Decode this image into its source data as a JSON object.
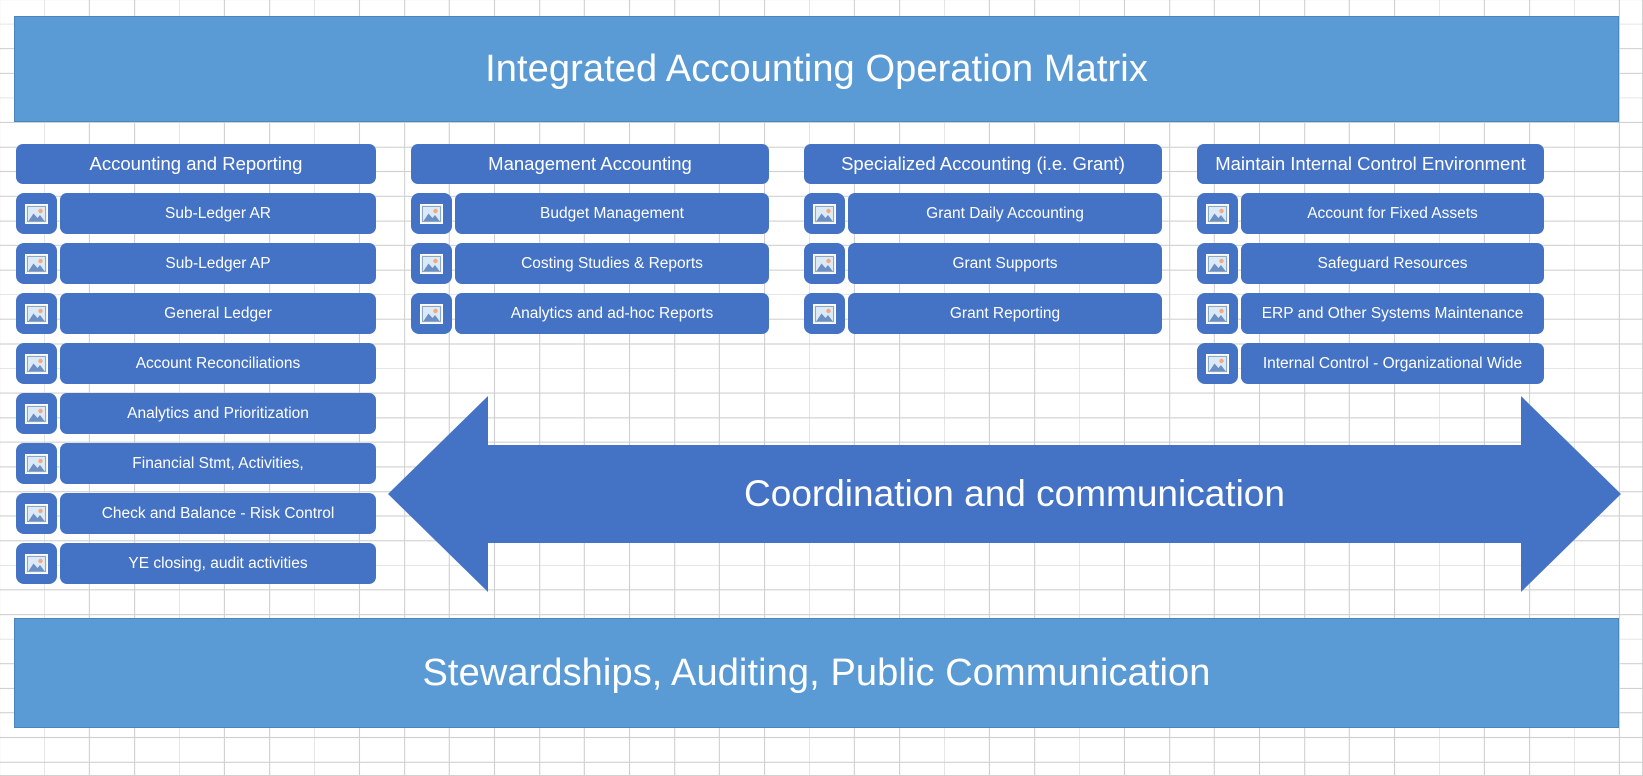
{
  "title_banner": {
    "text": "Integrated Accounting Operation Matrix"
  },
  "footer_banner": {
    "text": "Stewardships, Auditing, Public Communication"
  },
  "arrow": {
    "label": "Coordination and communication",
    "direction": "double-headed-horizontal"
  },
  "colors": {
    "banner_blue": "#5B9BD5",
    "box_blue": "#4472C4",
    "grid_line": "#d0d0d0",
    "text_white": "#FFFFFF"
  },
  "columns": [
    {
      "header": "Accounting and Reporting",
      "items": [
        {
          "icon": "picture-placeholder-icon",
          "label": "Sub-Ledger AR"
        },
        {
          "icon": "picture-placeholder-icon",
          "label": "Sub-Ledger AP"
        },
        {
          "icon": "picture-placeholder-icon",
          "label": "General Ledger"
        },
        {
          "icon": "picture-placeholder-icon",
          "label": "Account Reconciliations"
        },
        {
          "icon": "picture-placeholder-icon",
          "label": "Analytics and Prioritization"
        },
        {
          "icon": "picture-placeholder-icon",
          "label": "Financial Stmt, Activities,"
        },
        {
          "icon": "picture-placeholder-icon",
          "label": "Check and Balance - Risk Control"
        },
        {
          "icon": "picture-placeholder-icon",
          "label": "YE closing, audit activities"
        }
      ]
    },
    {
      "header": "Management Accounting",
      "items": [
        {
          "icon": "picture-placeholder-icon",
          "label": "Budget Management"
        },
        {
          "icon": "picture-placeholder-icon",
          "label": "Costing Studies & Reports"
        },
        {
          "icon": "picture-placeholder-icon",
          "label": "Analytics and ad-hoc Reports"
        }
      ]
    },
    {
      "header": "Specialized Accounting (i.e. Grant)",
      "items": [
        {
          "icon": "picture-placeholder-icon",
          "label": "Grant Daily Accounting"
        },
        {
          "icon": "picture-placeholder-icon",
          "label": "Grant Supports"
        },
        {
          "icon": "picture-placeholder-icon",
          "label": "Grant Reporting"
        }
      ]
    },
    {
      "header": "Maintain Internal Control Environment",
      "items": [
        {
          "icon": "picture-placeholder-icon",
          "label": "Account for Fixed Assets"
        },
        {
          "icon": "picture-placeholder-icon",
          "label": "Safeguard Resources"
        },
        {
          "icon": "picture-placeholder-icon",
          "label": "ERP and Other Systems Maintenance"
        },
        {
          "icon": "picture-placeholder-icon",
          "label": "Internal Control - Organizational Wide"
        }
      ]
    }
  ]
}
